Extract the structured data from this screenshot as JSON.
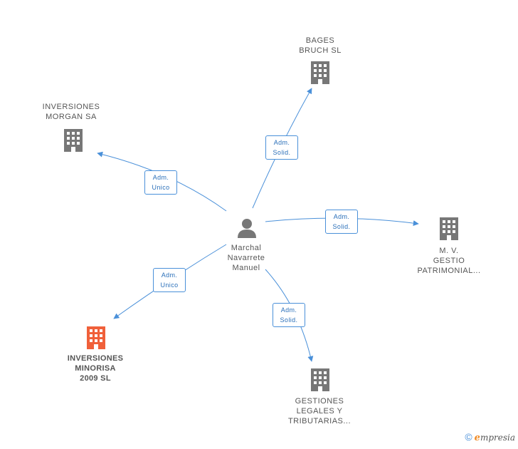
{
  "colors": {
    "edge": "#4a90d9",
    "building": "#777777",
    "building_highlight": "#f0603a",
    "person": "#777777"
  },
  "center": {
    "name_lines": [
      "Marchal",
      "Navarrete",
      "Manuel"
    ],
    "icon": "person-icon"
  },
  "nodes": [
    {
      "id": "bages",
      "lines": [
        "BAGES",
        "BRUCH  SL"
      ],
      "icon": "building-icon",
      "highlight": false
    },
    {
      "id": "morgan",
      "lines": [
        "INVERSIONES",
        "MORGAN SA"
      ],
      "icon": "building-icon",
      "highlight": false
    },
    {
      "id": "mv",
      "lines": [
        "M.  V.",
        "GESTIO",
        "PATRIMONIAL..."
      ],
      "icon": "building-icon",
      "highlight": false
    },
    {
      "id": "minorisa",
      "lines": [
        "INVERSIONES",
        "MINORISA",
        "2009 SL"
      ],
      "icon": "building-icon",
      "highlight": true
    },
    {
      "id": "gestiones",
      "lines": [
        "GESTIONES",
        "LEGALES Y",
        "TRIBUTARIAS..."
      ],
      "icon": "building-icon",
      "highlight": false
    }
  ],
  "edges": [
    {
      "to": "bages",
      "lines": [
        "Adm.",
        "Solid."
      ]
    },
    {
      "to": "morgan",
      "lines": [
        "Adm.",
        "Unico"
      ]
    },
    {
      "to": "mv",
      "lines": [
        "Adm.",
        "Solid."
      ]
    },
    {
      "to": "minorisa",
      "lines": [
        "Adm.",
        "Unico"
      ]
    },
    {
      "to": "gestiones",
      "lines": [
        "Adm.",
        "Solid."
      ]
    }
  ],
  "brand": {
    "copyright": "©",
    "logo_initial": "e",
    "logo_rest": "mpresia"
  }
}
